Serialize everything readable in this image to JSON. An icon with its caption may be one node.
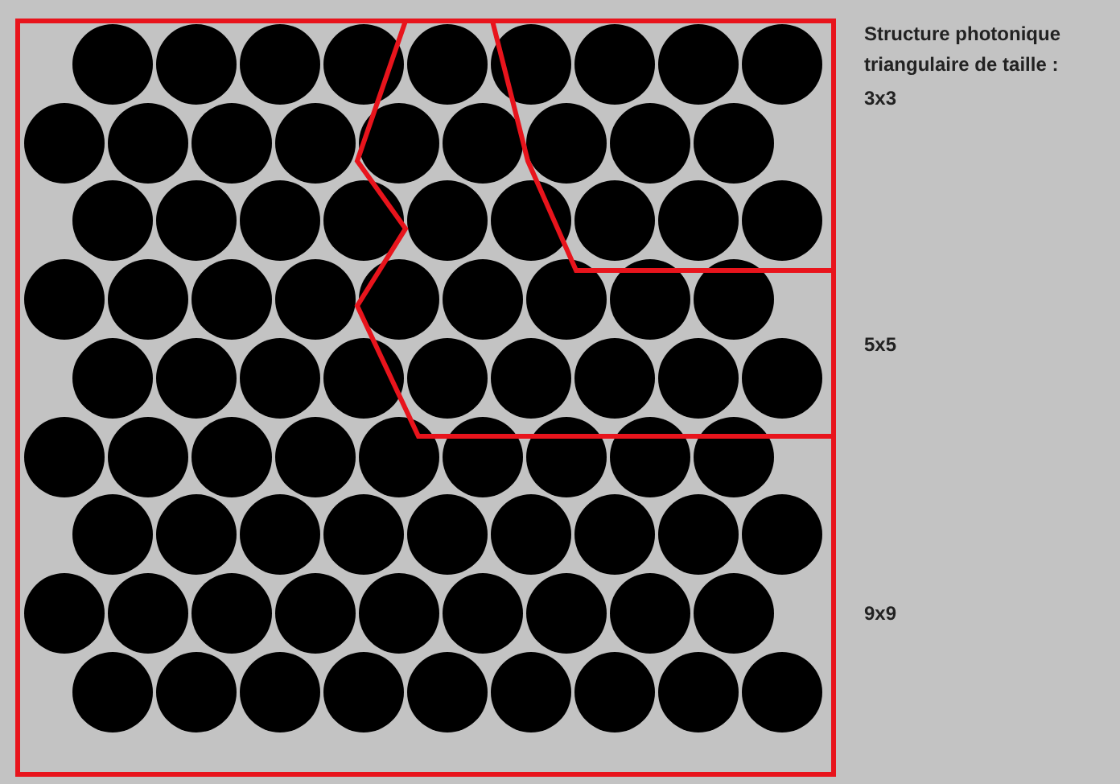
{
  "diagram": {
    "title": "Structure photonique triangulaire de taille :",
    "labels": [
      "3x3",
      "5x5",
      "9x9"
    ]
  }
}
